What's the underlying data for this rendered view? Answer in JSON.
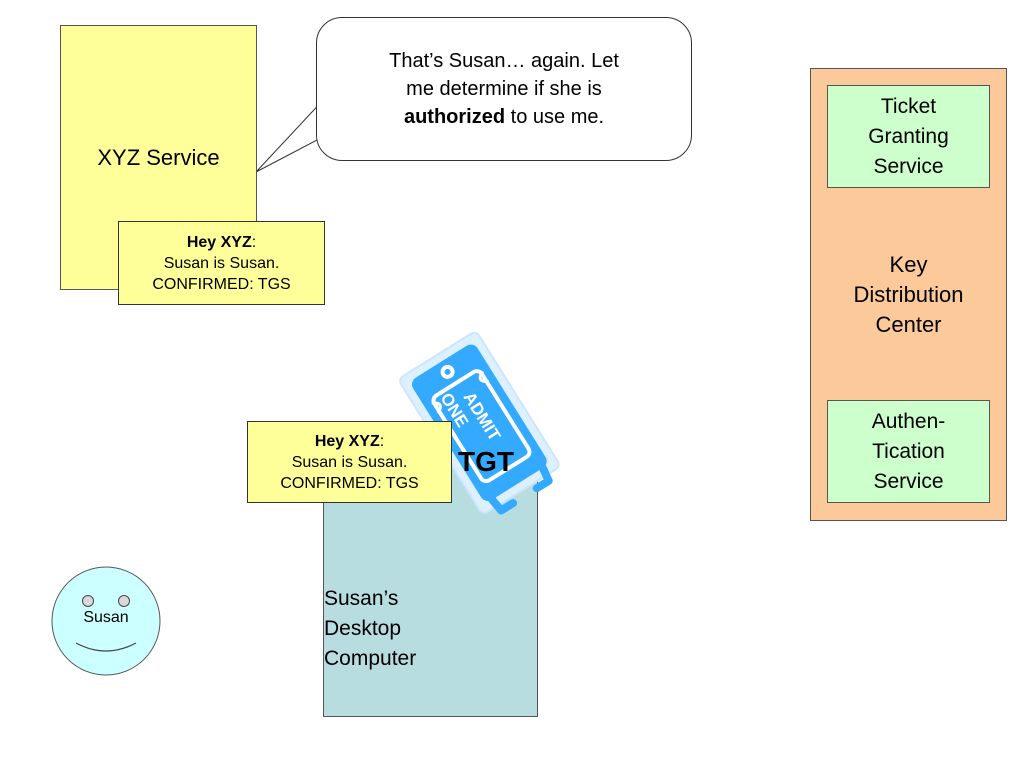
{
  "xyz_service": {
    "label": "XYZ Service"
  },
  "speech_bubble": {
    "line1": "That’s Susan… again.  Let",
    "line2": "me determine if she is",
    "bold_word": "authorized",
    "line3_rest": " to use me."
  },
  "note_top": {
    "heading_bold": "Hey XYZ",
    "heading_colon": ":",
    "line1": "Susan is Susan.",
    "line2": "CONFIRMED: TGS"
  },
  "note_mid": {
    "heading_bold": "Hey XYZ",
    "heading_colon": ":",
    "line1": "Susan is Susan.",
    "line2": "CONFIRMED: TGS"
  },
  "ticket": {
    "text_line1": "ADMIT",
    "text_line2": "ONE",
    "label": "TGT"
  },
  "desktop": {
    "line1": "Susan’s",
    "line2": "Desktop",
    "line3": "Computer"
  },
  "kdc": {
    "line1": "Key",
    "line2": "Distribution",
    "line3": "Center",
    "tgs": {
      "line1": "Ticket",
      "line2": "Granting",
      "line3": "Service"
    },
    "as": {
      "line1": "Authen-",
      "line2": "Tication",
      "line3": "Service"
    }
  },
  "user": {
    "label": "Susan"
  },
  "colors": {
    "note_yellow": "#ffff99",
    "desktop_blue": "#b8dde1",
    "kdc_orange": "#fcc99a",
    "service_green": "#ccffcc",
    "face_fill": "#ccffff",
    "ticket_blue": "#33aaff"
  }
}
